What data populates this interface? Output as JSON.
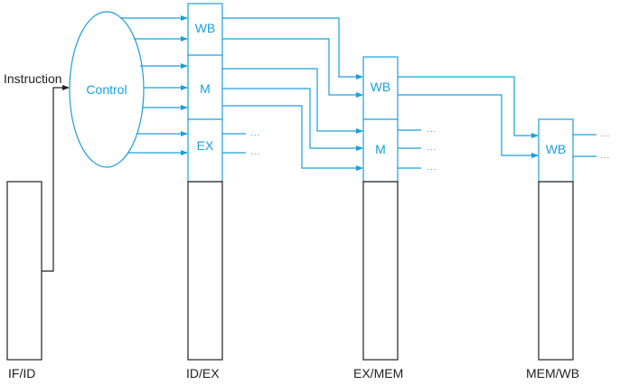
{
  "diagram": {
    "title": "Pipeline control signals",
    "colors": {
      "control": "#1aa0dc",
      "datapath": "#222222"
    },
    "input_label": "Instruction",
    "control_unit": {
      "label": "Control"
    },
    "registers": [
      {
        "id": "if_id",
        "label": "IF/ID",
        "fields": []
      },
      {
        "id": "id_ex",
        "label": "ID/EX",
        "fields": [
          "WB",
          "M",
          "EX"
        ]
      },
      {
        "id": "ex_mem",
        "label": "EX/MEM",
        "fields": [
          "WB",
          "M"
        ]
      },
      {
        "id": "mem_wb",
        "label": "MEM/WB",
        "fields": [
          "WB"
        ]
      }
    ],
    "continuation": "..."
  }
}
